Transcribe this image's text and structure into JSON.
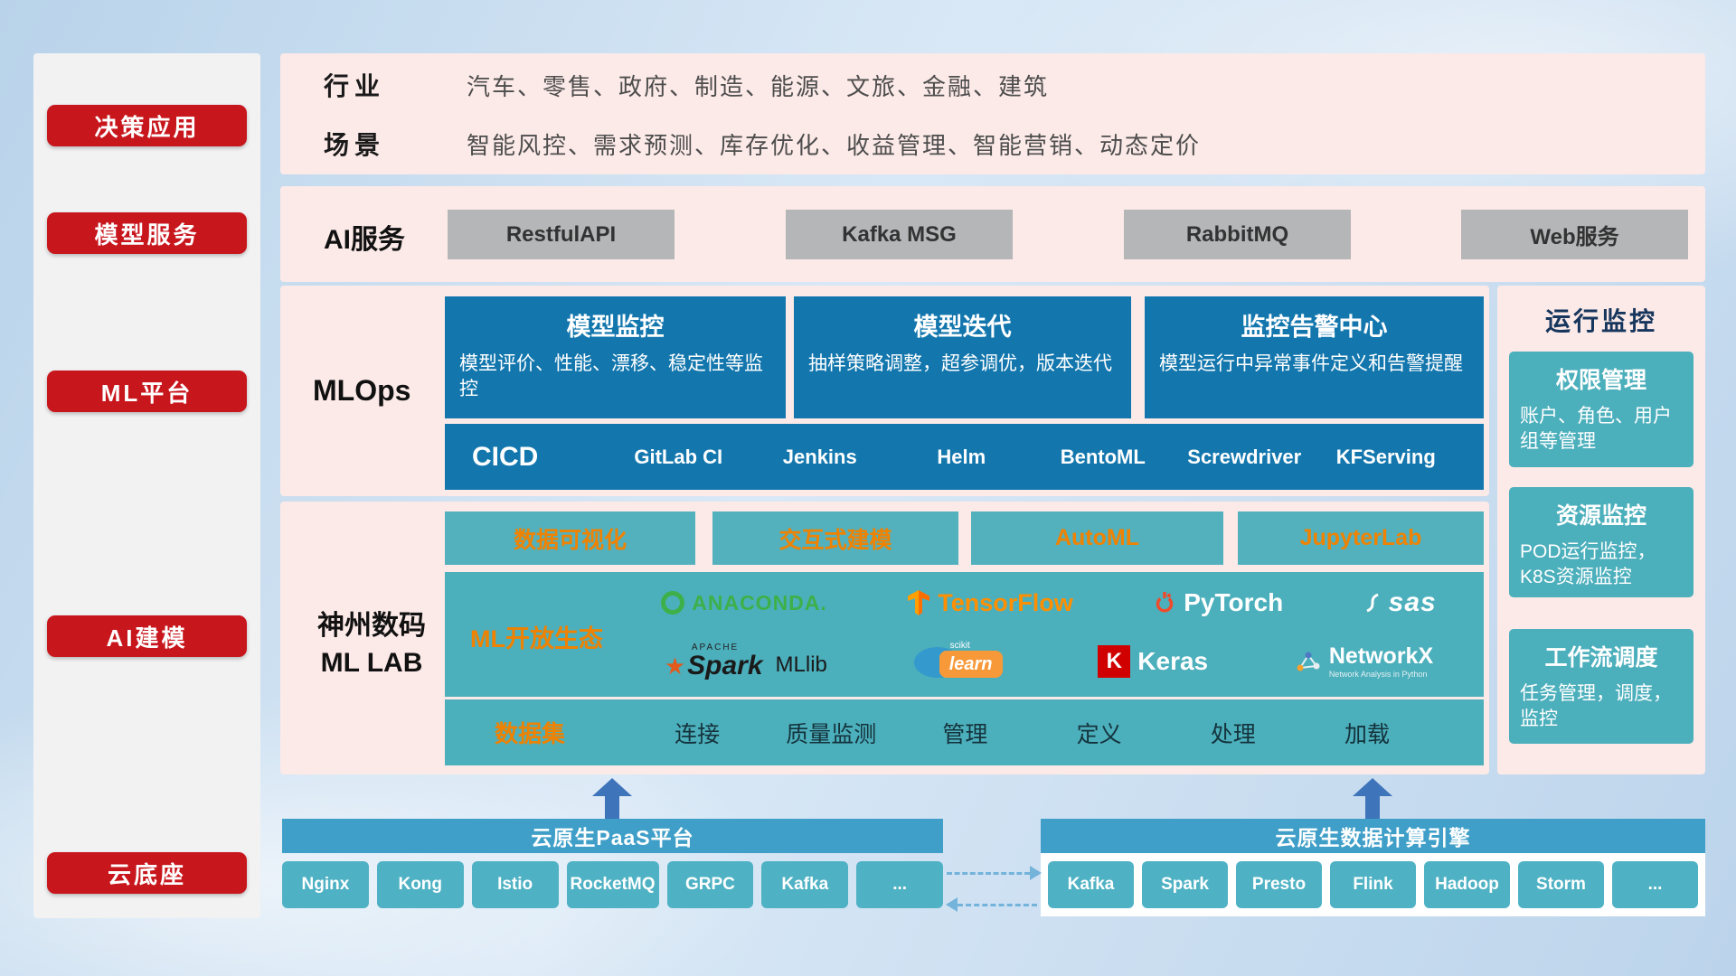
{
  "sidebar": {
    "items": [
      {
        "label": "决策应用"
      },
      {
        "label": "模型服务"
      },
      {
        "label": "ML平台"
      },
      {
        "label": "AI建模"
      },
      {
        "label": "云底座"
      }
    ]
  },
  "top_panel": {
    "rows": [
      {
        "label": "行业",
        "text": "汽车、零售、政府、制造、能源、文旅、金融、建筑"
      },
      {
        "label": "场景",
        "text": "智能风控、需求预测、库存优化、收益管理、智能营销、动态定价"
      }
    ]
  },
  "ai_service": {
    "label": "AI服务",
    "buttons": [
      {
        "label": "RestfulAPI"
      },
      {
        "label": "Kafka MSG"
      },
      {
        "label": "RabbitMQ"
      },
      {
        "label": "Web服务"
      }
    ]
  },
  "mlops": {
    "label": "MLOps",
    "cards": [
      {
        "title": "模型监控",
        "desc": "模型评价、性能、漂移、稳定性等监控"
      },
      {
        "title": "模型迭代",
        "desc": "抽样策略调整，超参调优，版本迭代"
      },
      {
        "title": "监控告警中心",
        "desc": "模型运行中异常事件定义和告警提醒"
      }
    ],
    "cicd": {
      "title": "CICD",
      "items": [
        {
          "label": "GitLab CI"
        },
        {
          "label": "Jenkins"
        },
        {
          "label": "Helm"
        },
        {
          "label": "BentoML"
        },
        {
          "label": "Screwdriver"
        },
        {
          "label": "KFServing"
        }
      ]
    }
  },
  "mllab": {
    "label_line1": "神州数码",
    "label_line2": "ML LAB",
    "top_buttons": [
      {
        "label": "数据可视化"
      },
      {
        "label": "交互式建模"
      },
      {
        "label": "AutoML"
      },
      {
        "label": "JupyterLab"
      }
    ],
    "ecosystem": {
      "label": "ML开放生态",
      "logos": [
        {
          "name": "ANACONDA."
        },
        {
          "name": "TensorFlow"
        },
        {
          "name": "PyTorch"
        },
        {
          "name": "sas"
        },
        {
          "apache": "APACHE",
          "name": "Spark",
          "mllib": "MLlib"
        },
        {
          "sub": "scikit",
          "name": "learn"
        },
        {
          "k": "K",
          "name": "Keras"
        },
        {
          "name": "NetworkX",
          "sub": "Network Analysis in Python"
        }
      ]
    },
    "dataset_row": {
      "label": "数据集",
      "items": [
        {
          "label": "连接"
        },
        {
          "label": "质量监测"
        },
        {
          "label": "管理"
        },
        {
          "label": "定义"
        },
        {
          "label": "处理"
        },
        {
          "label": "加载"
        }
      ]
    }
  },
  "monitoring": {
    "title": "运行监控",
    "cards": [
      {
        "title": "权限管理",
        "desc": "账户、角色、用户组等管理"
      },
      {
        "title": "资源监控",
        "desc": "POD运行监控，K8S资源监控"
      },
      {
        "title": "工作流调度",
        "desc": "任务管理，调度，监控"
      }
    ]
  },
  "cloud": {
    "paas": {
      "title": "云原生PaaS平台",
      "items": [
        {
          "label": "Nginx"
        },
        {
          "label": "Kong"
        },
        {
          "label": "Istio"
        },
        {
          "label": "RocketMQ"
        },
        {
          "label": "GRPC"
        },
        {
          "label": "Kafka"
        },
        {
          "label": "..."
        }
      ]
    },
    "engine": {
      "title": "云原生数据计算引擎",
      "items": [
        {
          "label": "Kafka"
        },
        {
          "label": "Spark"
        },
        {
          "label": "Presto"
        },
        {
          "label": "Flink"
        },
        {
          "label": "Hadoop"
        },
        {
          "label": "Storm"
        },
        {
          "label": "..."
        }
      ]
    }
  },
  "colors": {
    "accent_red": "#c8161d",
    "panel_pink": "#fceae8",
    "primary_blue": "#1377ae",
    "teal": "#4cafbc",
    "teal_light": "#53b1bd",
    "orange": "#ef8200",
    "header_blue": "#3f9fc8",
    "button_teal": "#4fb2c4",
    "gray_button": "#b5b6b7",
    "arrow_blue": "#3e74ba"
  }
}
